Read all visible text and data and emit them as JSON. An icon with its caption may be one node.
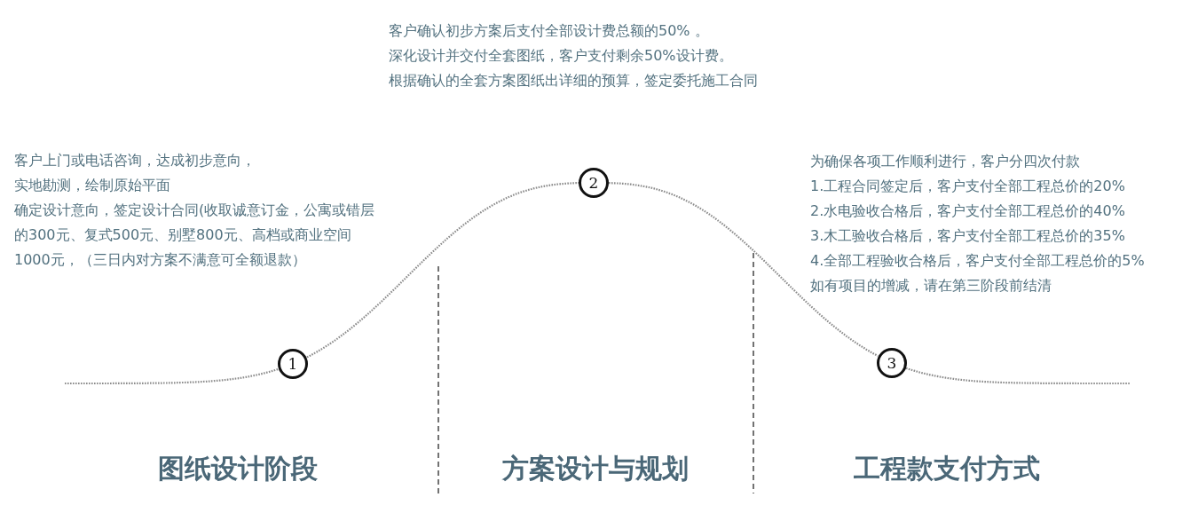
{
  "diagram": {
    "nodes": [
      {
        "text": [
          "1"
        ]
      },
      {
        "text": [
          "2"
        ]
      },
      {
        "text": [
          "3"
        ]
      }
    ],
    "edges": [
      {
        "from": null,
        "to": 0,
        "arrow": "none"
      },
      {
        "from": 0,
        "to": 1,
        "arrow": "none"
      },
      {
        "from": 1,
        "to": 2,
        "arrow": "none"
      },
      {
        "from": 2,
        "to": null,
        "arrow": "none"
      }
    ],
    "labels": [
      "客户确认初步方案后支付全部设计费总额的50% 。",
      "深化设计并交付全套图纸，客户支付剩余50%设计费。",
      "根据确认的全套方案图纸出详细的预算，签定委托施工合同",
      "客户上门或电话咨询，达成初步意向，",
      "实地勘测，绘制原始平面",
      "确定设计意向，签定设计合同(收取诚意订金，公寓或错层的300元、复式500元、别墅800元、高档或商业空间1000元，（三日内对方案不满意可全额退款）",
      "为确保各项工作顺利进行，客户分四次付款",
      "1.工程合同签定后，客户支付全部工程总价的20%",
      "2.水电验收合格后，客户支付全部工程总价的40%",
      "3.木工验收合格后，客户支付全部工程总价的35%",
      "4.全部工程验收合格后，客户支付全部工程总价的5%",
      "如有项目的增减，请在第三阶段前结清",
      "图纸设计阶段",
      "方案设计与规划",
      "工程款支付方式"
    ]
  }
}
